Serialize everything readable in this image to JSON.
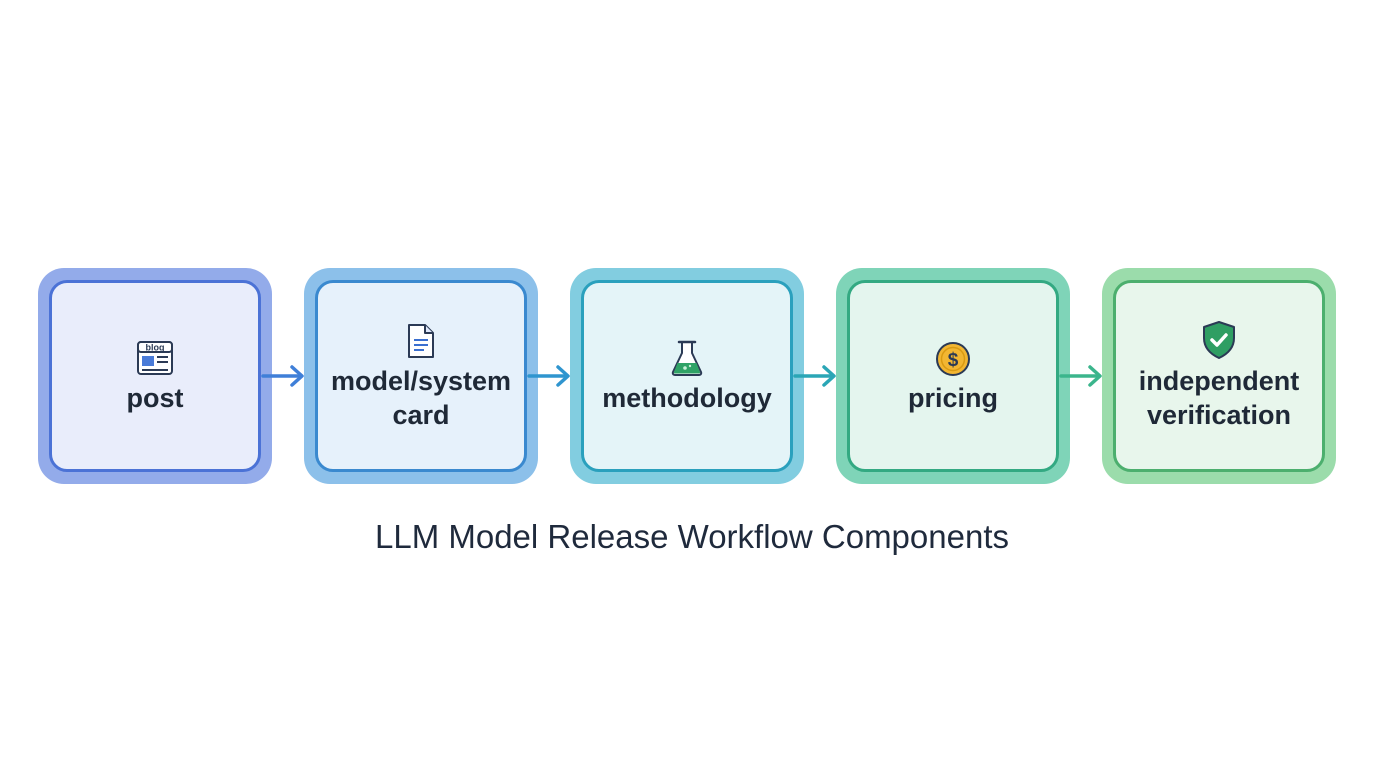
{
  "diagram": {
    "steps": [
      {
        "label": "post",
        "icon": "blog-icon",
        "icon_text": "blog",
        "color": "#4b72d6"
      },
      {
        "label": "model/system\ncard",
        "icon": "document-icon",
        "color": "#3a89cf"
      },
      {
        "label": "methodology",
        "icon": "flask-icon",
        "color": "#2aa0bd"
      },
      {
        "label": "pricing",
        "icon": "dollar-coin-icon",
        "icon_text": "$",
        "color": "#33a982"
      },
      {
        "label": "independent\nverification",
        "icon": "shield-check-icon",
        "color": "#4caf6e"
      }
    ],
    "arrows": [
      {
        "color": "#3f7fd8"
      },
      {
        "color": "#2f95cf"
      },
      {
        "color": "#2aa6b6"
      },
      {
        "color": "#3bb58c"
      }
    ],
    "caption": "LLM Model Release Workflow Components"
  }
}
